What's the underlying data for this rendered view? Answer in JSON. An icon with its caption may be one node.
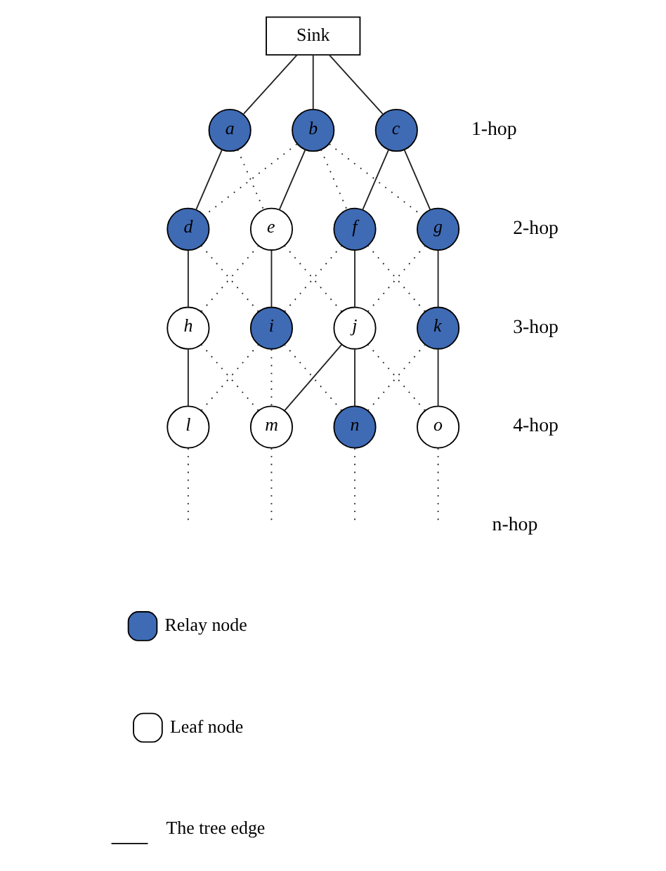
{
  "diagram": {
    "nodes": [
      {
        "text": [
          "Sink"
        ]
      },
      {
        "text": [
          "a"
        ]
      },
      {
        "text": [
          "b"
        ]
      },
      {
        "text": [
          "c"
        ]
      },
      {
        "text": [
          "d"
        ]
      },
      {
        "text": [
          "e"
        ]
      },
      {
        "text": [
          "f"
        ]
      },
      {
        "text": [
          "g"
        ]
      },
      {
        "text": [
          "h"
        ]
      },
      {
        "text": [
          "i"
        ]
      },
      {
        "text": [
          "j"
        ]
      },
      {
        "text": [
          "k"
        ]
      },
      {
        "text": [
          "l"
        ]
      },
      {
        "text": [
          "m"
        ]
      },
      {
        "text": [
          "n"
        ]
      },
      {
        "text": [
          "o"
        ]
      }
    ],
    "edges": [
      {
        "from": 0,
        "to": 1,
        "arrow": "none"
      },
      {
        "from": 0,
        "to": 2,
        "arrow": "none"
      },
      {
        "from": 0,
        "to": 3,
        "arrow": "none"
      },
      {
        "from": 1,
        "to": 4,
        "arrow": "none"
      },
      {
        "from": 1,
        "to": 5,
        "arrow": "none",
        "style": "dashed"
      },
      {
        "from": 2,
        "to": 4,
        "arrow": "none",
        "style": "dashed"
      },
      {
        "from": 2,
        "to": 5,
        "arrow": "none"
      },
      {
        "from": 2,
        "to": 6,
        "arrow": "none",
        "style": "dashed"
      },
      {
        "from": 2,
        "to": 7,
        "arrow": "none",
        "style": "dashed"
      },
      {
        "from": 3,
        "to": 6,
        "arrow": "none"
      },
      {
        "from": 3,
        "to": 7,
        "arrow": "none"
      },
      {
        "from": 4,
        "to": 8,
        "arrow": "none"
      },
      {
        "from": 4,
        "to": 9,
        "arrow": "none",
        "style": "dashed"
      },
      {
        "from": 5,
        "to": 8,
        "arrow": "none",
        "style": "dashed"
      },
      {
        "from": 5,
        "to": 9,
        "arrow": "none"
      },
      {
        "from": 5,
        "to": 10,
        "arrow": "none",
        "style": "dashed"
      },
      {
        "from": 6,
        "to": 9,
        "arrow": "none",
        "style": "dashed"
      },
      {
        "from": 6,
        "to": 10,
        "arrow": "none"
      },
      {
        "from": 6,
        "to": 11,
        "arrow": "none",
        "style": "dashed"
      },
      {
        "from": 7,
        "to": 10,
        "arrow": "none",
        "style": "dashed"
      },
      {
        "from": 7,
        "to": 11,
        "arrow": "none"
      },
      {
        "from": 8,
        "to": 12,
        "arrow": "none"
      },
      {
        "from": 8,
        "to": 13,
        "arrow": "none",
        "style": "dashed"
      },
      {
        "from": 9,
        "to": 12,
        "arrow": "none",
        "style": "dashed"
      },
      {
        "from": 9,
        "to": 13,
        "arrow": "none",
        "style": "dashed"
      },
      {
        "from": 9,
        "to": 14,
        "arrow": "none",
        "style": "dashed"
      },
      {
        "from": 10,
        "to": 13,
        "arrow": "none"
      },
      {
        "from": 10,
        "to": 14,
        "arrow": "none"
      },
      {
        "from": 10,
        "to": 15,
        "arrow": "none",
        "style": "dashed"
      },
      {
        "from": 11,
        "to": 14,
        "arrow": "none",
        "style": "dashed"
      },
      {
        "from": 11,
        "to": 15,
        "arrow": "none"
      },
      {
        "from": 12,
        "to": null,
        "arrow": "none",
        "style": "dashed"
      },
      {
        "from": 13,
        "to": null,
        "arrow": "none",
        "style": "dashed"
      },
      {
        "from": 14,
        "to": null,
        "arrow": "none",
        "style": "dashed"
      },
      {
        "from": 15,
        "to": null,
        "arrow": "none",
        "style": "dashed"
      }
    ],
    "labels": [
      "1-hop",
      "2-hop",
      "3-hop",
      "4-hop",
      "n-hop"
    ],
    "legend": [
      {
        "text": "Relay node",
        "color": "#3f6bb5"
      },
      {
        "text": "Leaf node",
        "color": "#ffffff"
      },
      {
        "text": "The tree edge"
      }
    ]
  }
}
